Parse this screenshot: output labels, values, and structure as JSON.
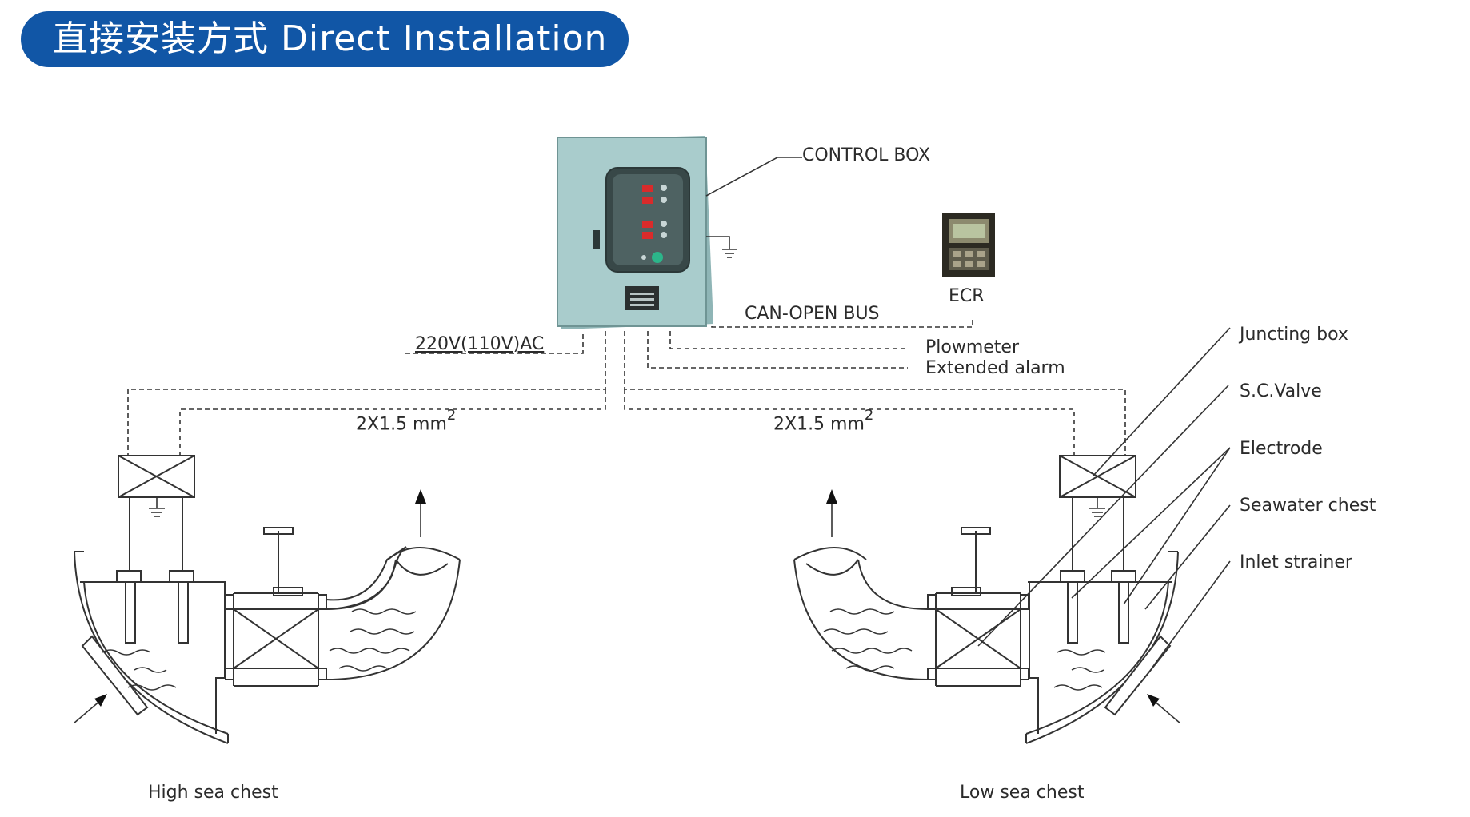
{
  "header": {
    "title": "直接安装方式 Direct Installation"
  },
  "labels": {
    "control_box": "CONTROL BOX",
    "ecr": "ECR",
    "can_open_bus": "CAN-OPEN BUS",
    "power": "220V(110V)AC",
    "plowmeter": "Plowmeter",
    "extended_alarm": "Extended alarm",
    "cable_left": "2X1.5 mm",
    "cable_left_sup": "2",
    "cable_right": "2X1.5 mm",
    "cable_right_sup": "2",
    "junction_box": "Juncting box",
    "sc_valve": "S.C.Valve",
    "electrode": "Electrode",
    "seawater_chest": "Seawater chest",
    "inlet_strainer": "Inlet strainer",
    "high_sea_chest": "High sea chest",
    "low_sea_chest": "Low sea chest"
  },
  "colors": {
    "banner": "#1156a6",
    "box_body": "#a9cccc",
    "lines": "#333333"
  }
}
